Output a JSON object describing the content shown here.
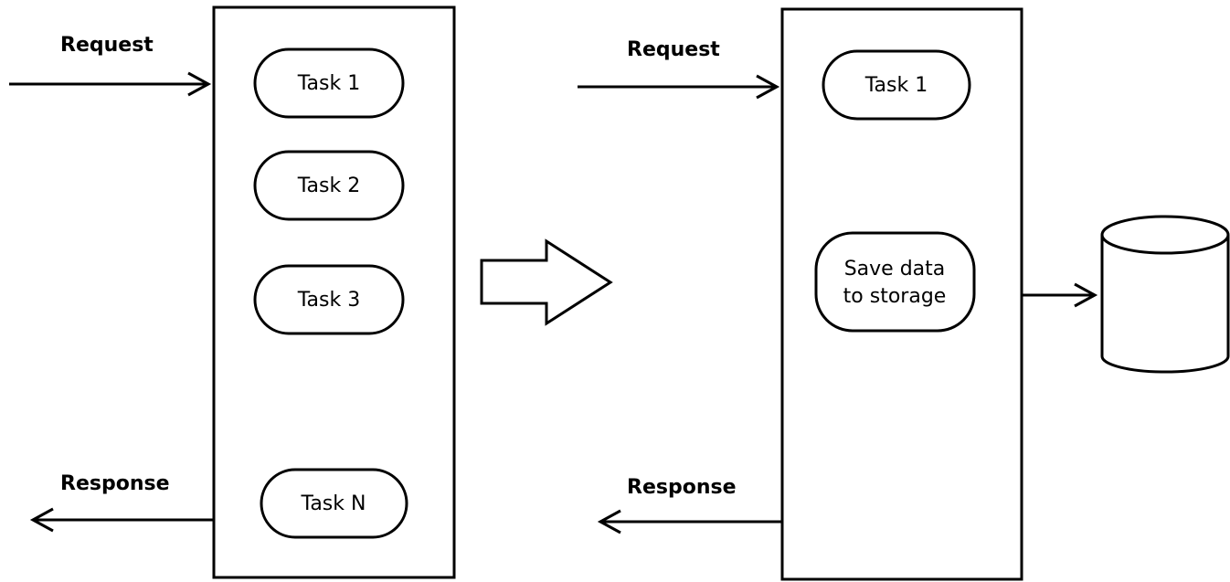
{
  "left_flow": {
    "request_label": "Request",
    "response_label": "Response",
    "tasks": [
      {
        "label": "Task 1"
      },
      {
        "label": "Task 2"
      },
      {
        "label": "Task 3"
      },
      {
        "label": "Task N"
      }
    ]
  },
  "right_flow": {
    "request_label": "Request",
    "response_label": "Response",
    "tasks": [
      {
        "label": "Task 1"
      },
      {
        "label_line1": "Save data",
        "label_line2": "to storage"
      }
    ]
  },
  "colors": {
    "stroke": "#000000",
    "background": "#ffffff"
  },
  "icons": {
    "transition": "block-arrow-right-icon",
    "storage": "database-cylinder-icon"
  }
}
